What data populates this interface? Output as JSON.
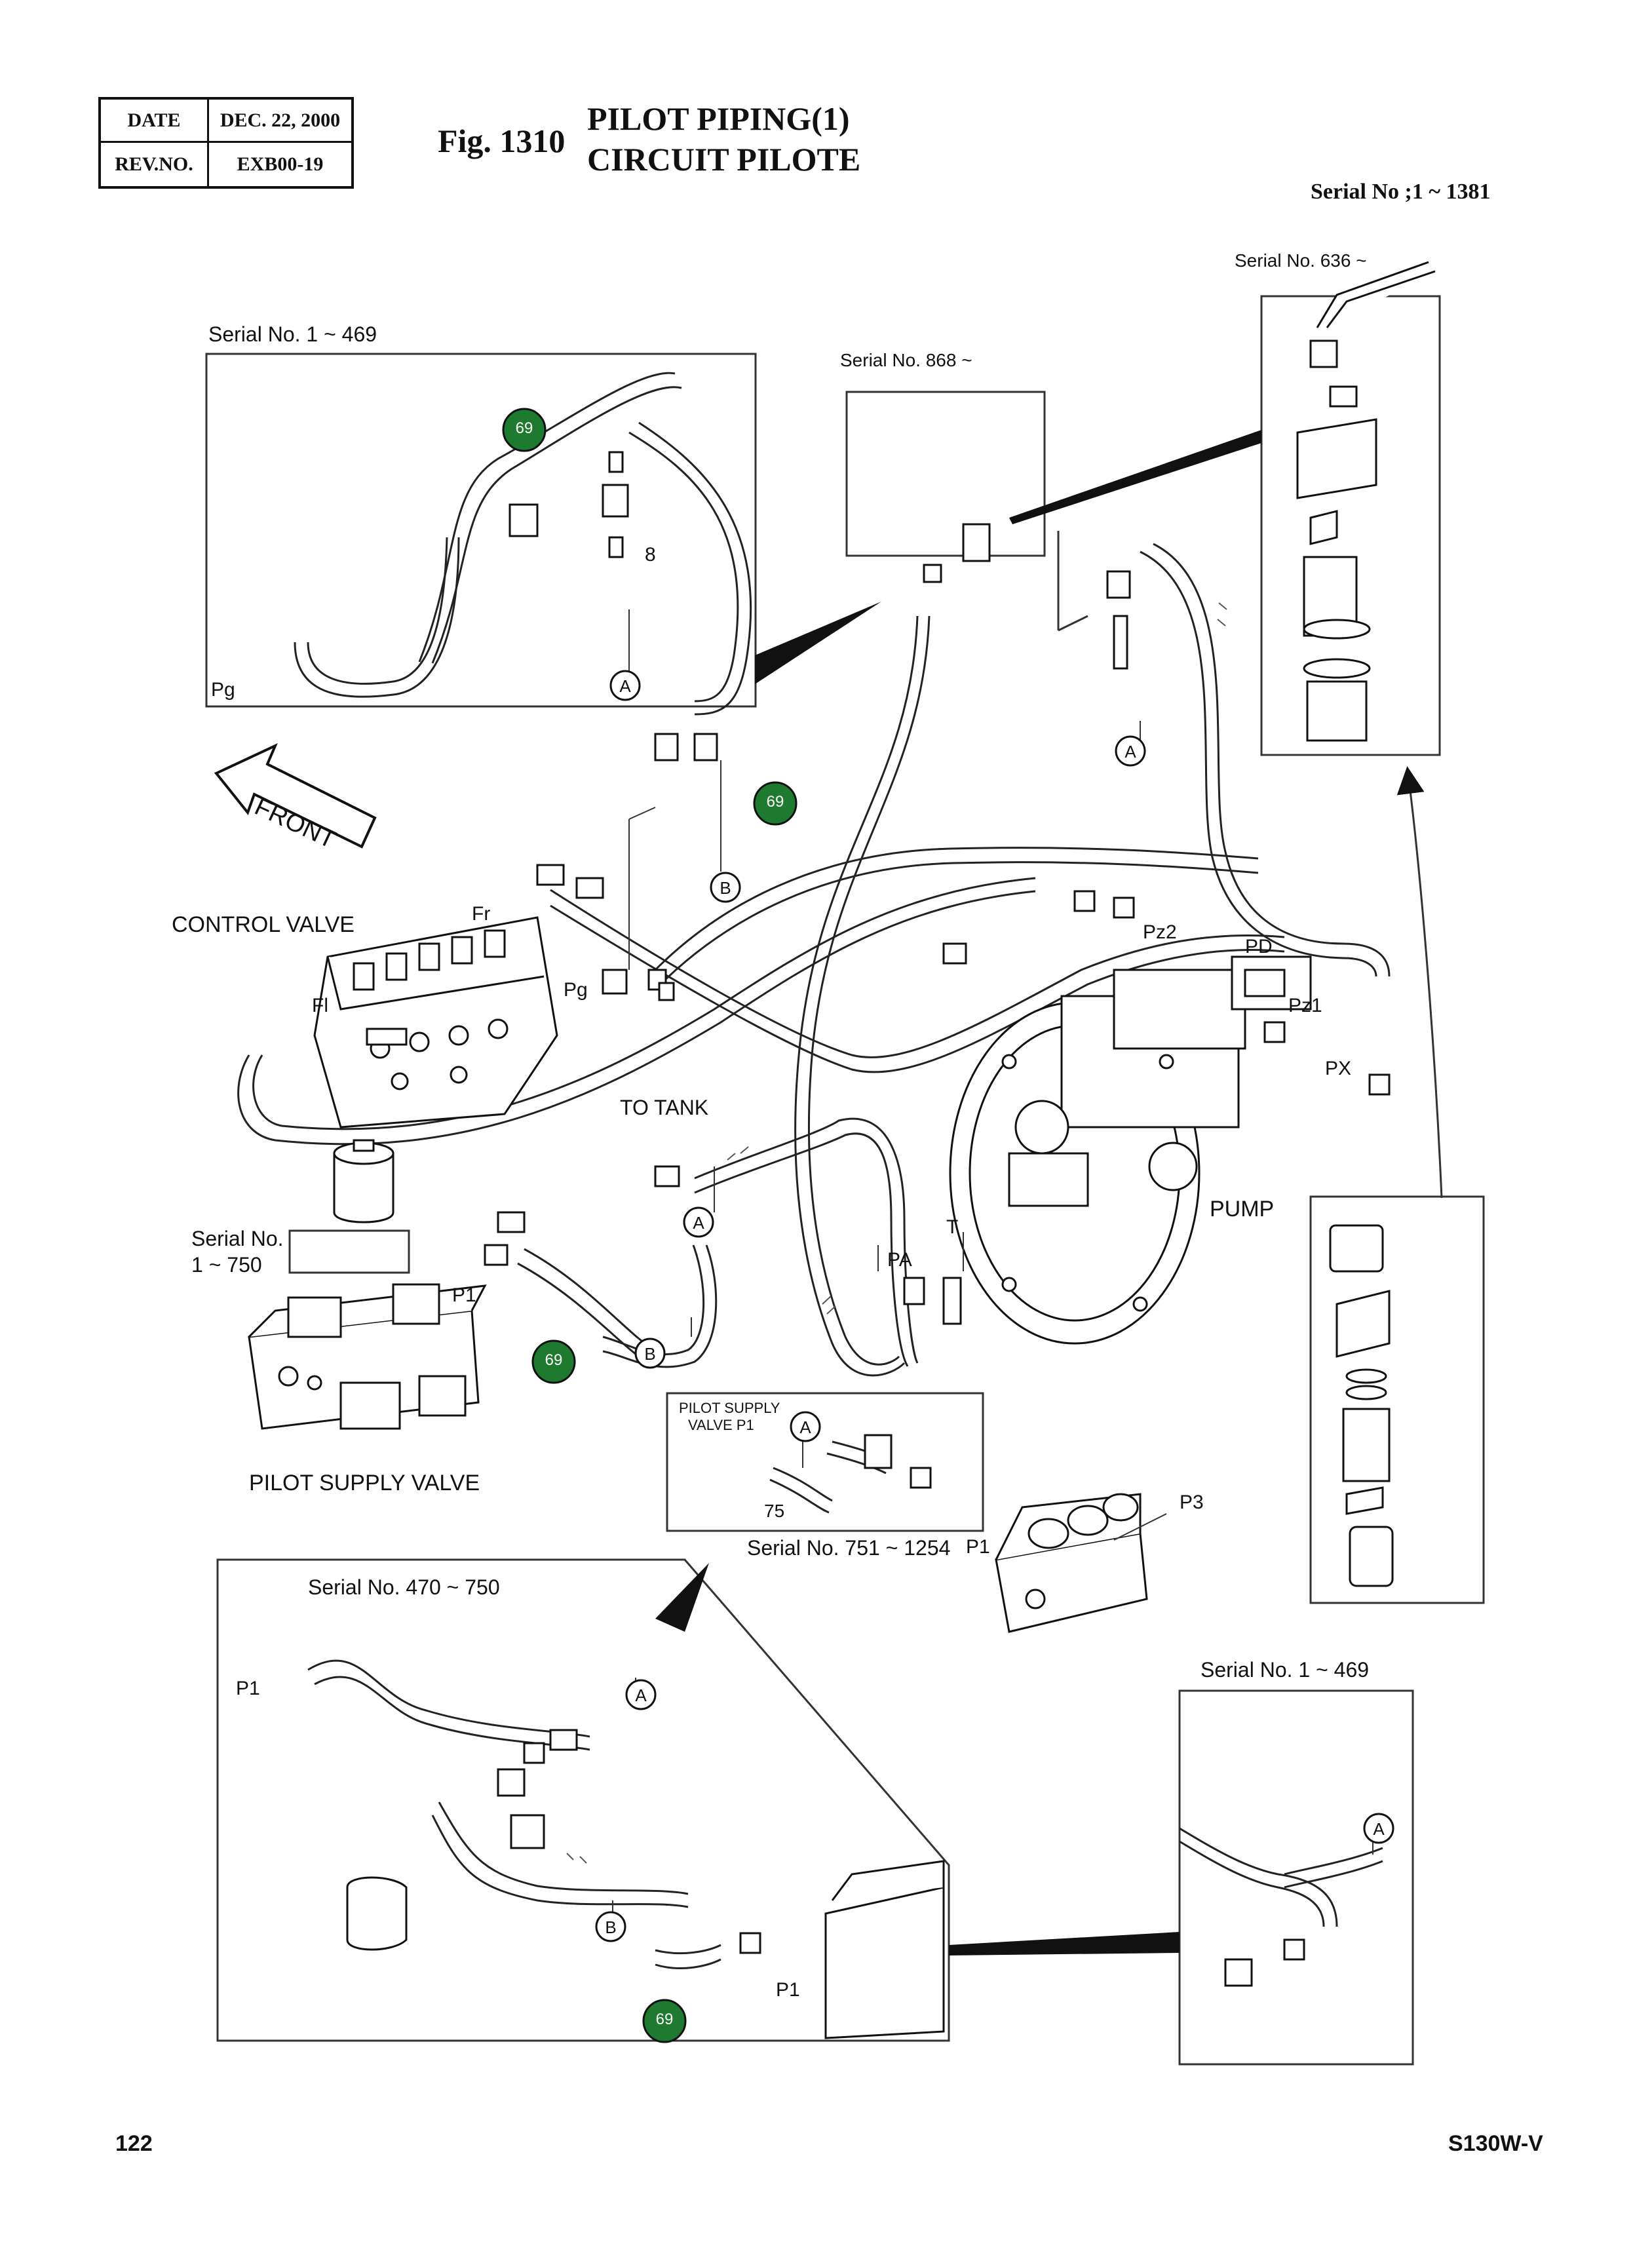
{
  "header": {
    "date_label": "DATE",
    "date_value": "DEC. 22, 2000",
    "rev_label": "REV.NO.",
    "rev_value": "EXB00-19",
    "fig_number": "Fig. 1310",
    "title_en": "PILOT PIPING(1)",
    "title_fr": "CIRCUIT PILOTE",
    "serial_range": "Serial No ;1 ~ 1381"
  },
  "footer": {
    "page_number": "122",
    "model": "S130W-V"
  },
  "labels": {
    "serial_1_469_top": "Serial No. 1 ~ 469",
    "serial_868": "Serial No. 868 ~",
    "serial_636": "Serial No. 636 ~",
    "serial_1_750_a": "Serial No.",
    "serial_1_750_b": "1 ~ 750",
    "serial_751_1254": "Serial No. 751 ~ 1254",
    "serial_470_750": "Serial No. 470 ~ 750",
    "serial_1_469_bottom": "Serial No.  1 ~ 469",
    "front": "FRONT",
    "control_valve": "CONTROL VALVE",
    "pilot_supply_valve": "PILOT SUPPLY VALVE",
    "pump": "PUMP",
    "to_tank": "TO  TANK",
    "inset_pilot_supply_a": "PILOT SUPPLY",
    "inset_pilot_supply_b": "VALVE   P1",
    "port_pg_top": "Pg",
    "port_pg": "Pg",
    "port_fr": "Fr",
    "port_fl": "Fl",
    "port_pz2": "Pz2",
    "port_pd": "PD",
    "port_pz1": "Pz1",
    "port_px": "PX",
    "port_pa": "PA",
    "port_t": "T",
    "port_p1_main": "P1",
    "port_p1_inset": "P1",
    "port_p3": "P3",
    "port_p1_bl_a": "P1",
    "port_p1_bl_b": "P1",
    "num_8": "8",
    "num_75": "75"
  },
  "callouts": {
    "c69_a": "69",
    "c69_b": "69",
    "c69_c": "69",
    "c69_d": "69",
    "a_1": "A",
    "a_2": "A",
    "a_3": "A",
    "a_4": "A",
    "a_5": "A",
    "a_6": "A",
    "b_1": "B",
    "b_2": "B",
    "b_3": "B"
  },
  "colors": {
    "ink": "#111111",
    "callout_fill": "#1e7a2e",
    "callout_text": "#ffffff",
    "paper": "#ffffff"
  }
}
